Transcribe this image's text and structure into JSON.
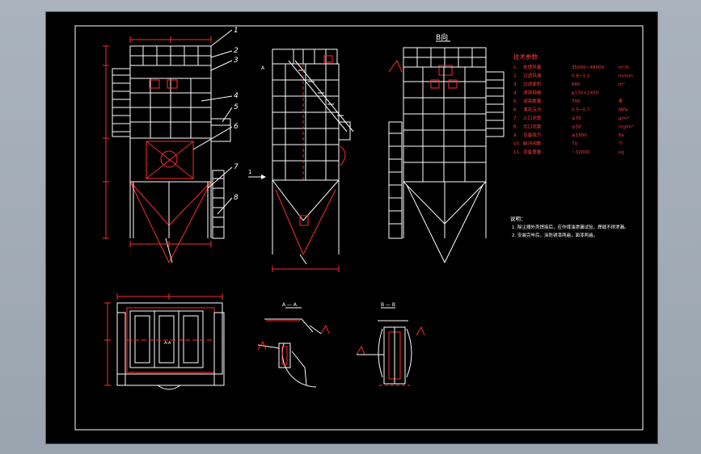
{
  "colors": {
    "background": "#000000",
    "frame": "#ffffff",
    "annotation": "#ff2a2a",
    "window_chrome": "#a4adb8"
  },
  "front_view": {
    "part_numbers": [
      "1",
      "2",
      "3",
      "4",
      "5",
      "6",
      "7",
      "8"
    ],
    "section_marker": "1"
  },
  "side_view": {
    "view_tag": "A"
  },
  "rear_view": {
    "title": "B向"
  },
  "tech_params": {
    "title": "技术参数",
    "rows": [
      {
        "no": "1.",
        "name": "处理风量",
        "value": "35000~48000",
        "unit": "m³/h"
      },
      {
        "no": "2.",
        "name": "过滤风速",
        "value": "0.8~1.2",
        "unit": "m/min"
      },
      {
        "no": "3.",
        "name": "过滤面积",
        "value": "680",
        "unit": "m²"
      },
      {
        "no": "4.",
        "name": "滤袋规格",
        "value": "φ130×2450",
        "unit": ""
      },
      {
        "no": "5.",
        "name": "滤袋数量",
        "value": "700",
        "unit": "条"
      },
      {
        "no": "6.",
        "name": "清灰压力",
        "value": "0.5~0.7",
        "unit": "MPa"
      },
      {
        "no": "7.",
        "name": "入口浓度",
        "value": "≤30",
        "unit": "g/m³"
      },
      {
        "no": "8.",
        "name": "出口浓度",
        "value": "≤50",
        "unit": "mg/m³"
      },
      {
        "no": "9.",
        "name": "设备阻力",
        "value": "≤1500",
        "unit": "Pa"
      },
      {
        "no": "10.",
        "name": "脉冲阀数",
        "value": "70",
        "unit": "个"
      },
      {
        "no": "11.",
        "name": "设备重量",
        "value": "~32000",
        "unit": "kg"
      }
    ]
  },
  "notes": {
    "title": "说明：",
    "lines": [
      "1. 除尘器外壳焊接后，应作煤油渗漏试验，焊缝不得渗漏。",
      "2. 安装完毕后，涂防锈漆两遍，面漆两遍。"
    ]
  },
  "plan_view": {
    "label": "A-A"
  },
  "section_aa": {
    "title": "A — A"
  },
  "section_bb": {
    "title": "B — B"
  }
}
